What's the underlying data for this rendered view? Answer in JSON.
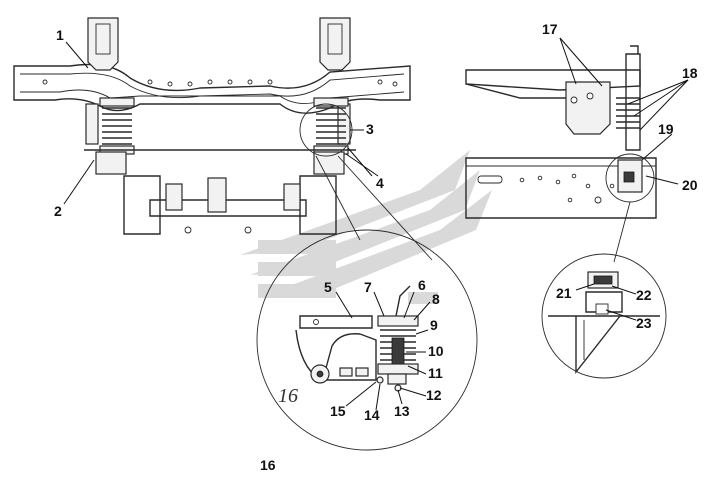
{
  "figure": {
    "callouts": [
      "1",
      "2",
      "3",
      "4",
      "5",
      "6",
      "7",
      "8",
      "9",
      "10",
      "11",
      "12",
      "13",
      "14",
      "15",
      "17",
      "18",
      "19",
      "20",
      "21",
      "22",
      "23"
    ],
    "detail_script_label": "16",
    "caption_number": "16"
  },
  "colors": {
    "line": "#2a2a2a",
    "background": "#ffffff",
    "watermark": "#d9d9d9"
  },
  "icons": {
    "watermark": "manufacturer-logo-watermark"
  }
}
